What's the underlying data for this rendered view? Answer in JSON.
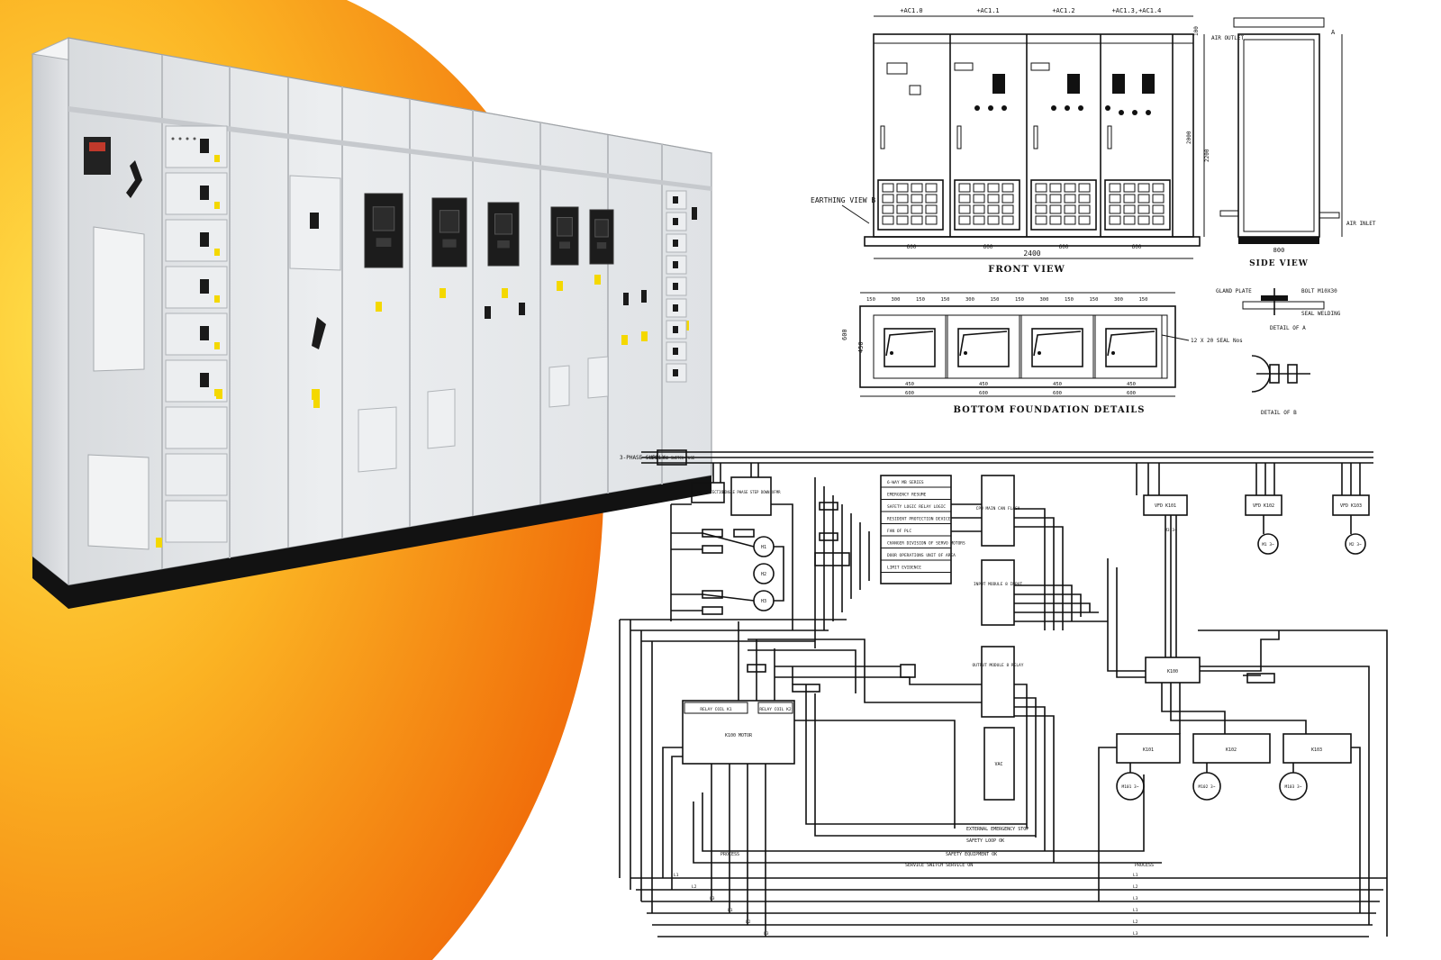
{
  "colors": {
    "background": "#ffffff",
    "gradient_light": "#ffd23a",
    "gradient_dark": "#f47a0c",
    "panel_body": "#e4e6e9",
    "panel_shadow": "#b9bcc0",
    "plinth": "#121212",
    "warning_label": "#f4d800",
    "breaker": "#1c1c1c",
    "drawing_ink": "#111111"
  },
  "front_view": {
    "title": "FRONT VIEW",
    "panel_tags": [
      "+AC1.0",
      "+AC1.1",
      "+AC1.2",
      "+AC1.3,+AC1.4"
    ],
    "width_dims": [
      "600",
      "600",
      "600",
      "600"
    ],
    "total_width": "2400",
    "earthing_label": "EARTHING VIEW B",
    "height_dims": [
      "2000",
      "2200",
      "100"
    ]
  },
  "side_view": {
    "title": "SIDE VIEW",
    "top_labels": [
      "AIR OUTLET",
      "A"
    ],
    "depth_dim": "800",
    "side_label": "AIR INLET"
  },
  "foundation": {
    "title": "BOTTOM FOUNDATION DETAILS",
    "top_dims": [
      "150",
      "300",
      "150",
      "150",
      "300",
      "150",
      "150",
      "300",
      "150",
      "150",
      "300",
      "150"
    ],
    "bottom_dims": [
      "450",
      "450",
      "450",
      "450"
    ],
    "column_dims": [
      "600",
      "600",
      "600",
      "600"
    ],
    "depth_dims": [
      "600",
      "450"
    ],
    "hole_note": "12 X 20 SEAL Nos",
    "gland_labels": [
      "GLAND PLATE",
      "BOLT M10X30",
      "SEAL WELDING"
    ],
    "detail_a": "DETAIL OF A",
    "detail_b": "DETAIL OF B"
  },
  "schematic": {
    "supply_label": "3-PHASE SUPPLY",
    "main_box": "FIXED AND SWITCH-FUSE",
    "motor_box": "MOTOR PROTECTION",
    "single_phase_box": "SINGLE PHASE STEP DOWN XFMR",
    "ctrl_labels": [
      "6-WAY MB SERIES",
      "EMERGENCY RESUME",
      "SAFETY LOGIC RELAY LOGIC",
      "RESIDENT PROTECTION DEVICE",
      "FAN OF PLC",
      "CHANGER DIVISION OF SERVO MOTORS",
      "DOOR OPERATIONS UNIT OF AREA",
      "LIMIT EVIDENCE"
    ],
    "plc_box": "CPU MAIN CAN FLASH",
    "input_box": "INPUT MODULE 8 INPUT",
    "output_box": "OUTPUT MODULE 8 RELAY",
    "vfd_box": "VAC",
    "relay_box": "RELAY COIL K1",
    "relay_box2": "RELAY COIL K2",
    "k_main": "K100 MOTOR",
    "lamp_labels": [
      "H1",
      "H2",
      "H3"
    ],
    "bus_labels": [
      "L1",
      "L2",
      "L3",
      "N",
      "PE"
    ],
    "drive_boxes": [
      "VFD K101",
      "VFD K102",
      "VFD K103"
    ],
    "motor_boxes": [
      "K101",
      "K102",
      "K103"
    ],
    "motors": [
      "M1 3~",
      "M2 3~",
      "M3 3~",
      "M101 3~",
      "M102 3~",
      "M103 3~"
    ],
    "bottom_labels": [
      "SAFETY EQUIPMENT OK",
      "SERVICE SWITCH SERVICE ON",
      "EXTERNAL EMERGENCY STOP",
      "SAFETY LOOP OK",
      "PROCESS",
      "PROCESS"
    ],
    "rails": [
      "L1",
      "L2",
      "L3",
      "L1",
      "L2",
      "L3"
    ]
  }
}
